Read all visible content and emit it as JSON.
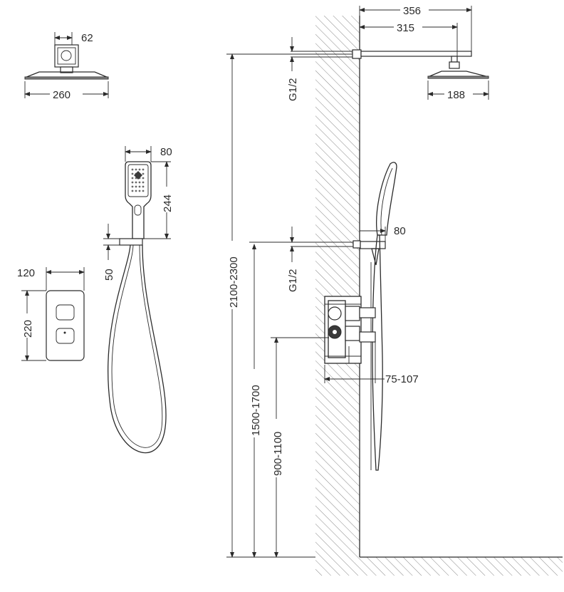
{
  "dimensions": {
    "shower_arm_total": "356",
    "shower_arm_length": "315",
    "head_connector_width": "62",
    "head_diameter": "260",
    "head_bottom_width": "188",
    "hand_shower_width": "80",
    "hand_shower_length": "244",
    "holder_height": "50",
    "panel_width": "120",
    "panel_height": "220",
    "holder_offset": "80",
    "box_depth": "75-107",
    "thread_top": "G1/2",
    "thread_bottom": "G1/2",
    "head_height": "2100-2300",
    "holder_mount_height": "1500-1700",
    "valve_height": "900-1100"
  },
  "colors": {
    "line": "#2b2b2b",
    "hatch": "#7a7a7a",
    "fill": "#8c8c8c"
  }
}
